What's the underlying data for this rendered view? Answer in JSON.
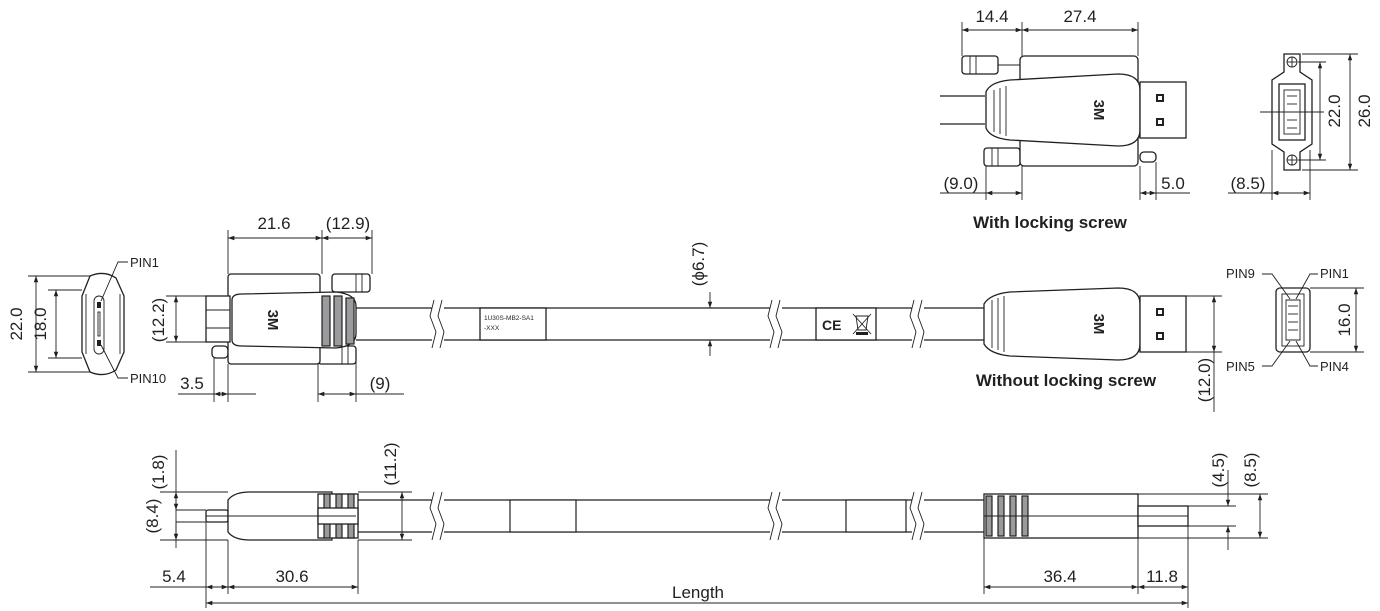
{
  "drawing": {
    "captions": {
      "with_locking_screw": "With locking screw",
      "without_locking_screw": "Without locking screw"
    },
    "dimensions": {
      "top_width_left": "14.4",
      "top_width_right": "27.4",
      "top_bottom_left": "(9.0)",
      "top_bottom_right": "5.0",
      "end_height_inner": "22.0",
      "end_height_outer": "26.0",
      "end_depth": "(8.5)",
      "plug_length": "21.6",
      "screw_length": "(12.9)",
      "plug_height": "(12.2)",
      "face_height_outer": "22.0",
      "face_height_inner": "18.0",
      "plug_offset": "3.5",
      "tail_length": "(9)",
      "cable_diameter": "(ϕ6.7)",
      "usb_plug_height": "16.0",
      "usb_body_height": "(12.0)",
      "side_pin_offset": "(1.8)",
      "side_height": "(8.4)",
      "side_body_height": "(11.2)",
      "side_usb_inner": "(4.5)",
      "side_usb_outer": "(8.5)",
      "side_pin_length": "5.4",
      "side_body_length": "30.6",
      "side_usb_body_length": "36.4",
      "side_usb_plug_length": "11.8",
      "overall_length": "Length"
    },
    "pins": {
      "micro_pin1": "PIN1",
      "micro_pin10": "PIN10",
      "usb_pin9": "PIN9",
      "usb_pin1": "PIN1",
      "usb_pin5": "PIN5",
      "usb_pin4": "PIN4"
    },
    "labels": {
      "cable_label_line1": "1U30S-MB2-SA1",
      "cable_label_line2": "-XXX",
      "ce_mark": "CE",
      "logo": "3M"
    },
    "icons": [
      "weee-bin-icon",
      "3m-logo-icon"
    ]
  }
}
